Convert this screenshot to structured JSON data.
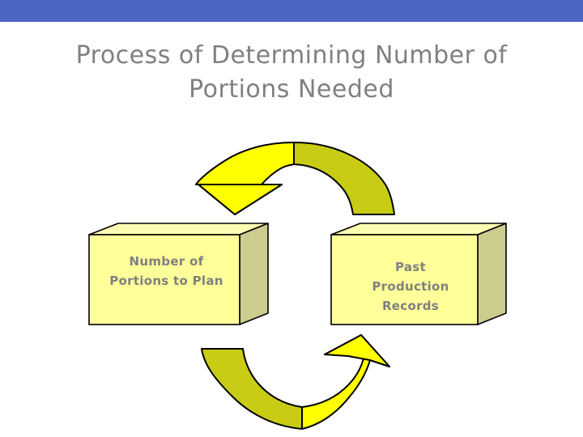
{
  "slide": {
    "background_color": "#ffffff",
    "header_bar": {
      "color": "#4c66c6"
    },
    "title": "Process of Determining Number of\nPortions Needed",
    "title_color": "#808080"
  },
  "diagram": {
    "type": "cycle",
    "boxes": [
      {
        "id": "box-left",
        "label": "Number of\nPortions to Plan",
        "front_color": "#ffff99",
        "top_color": "#ffffb3",
        "side_color": "#cccc8f",
        "border_color": "#000000"
      },
      {
        "id": "box-right",
        "label": "Past\nProduction\nRecords",
        "front_color": "#ffff99",
        "top_color": "#ffffb3",
        "side_color": "#cccc8f",
        "border_color": "#000000"
      }
    ],
    "arrows": [
      {
        "id": "arrow-top",
        "direction": "right-to-left",
        "bright_color": "#ffff00",
        "shade_color": "#c8cc14",
        "outline_color": "#000000"
      },
      {
        "id": "arrow-bottom",
        "direction": "left-to-right",
        "bright_color": "#ffff00",
        "shade_color": "#c8cc14",
        "outline_color": "#000000"
      }
    ]
  }
}
